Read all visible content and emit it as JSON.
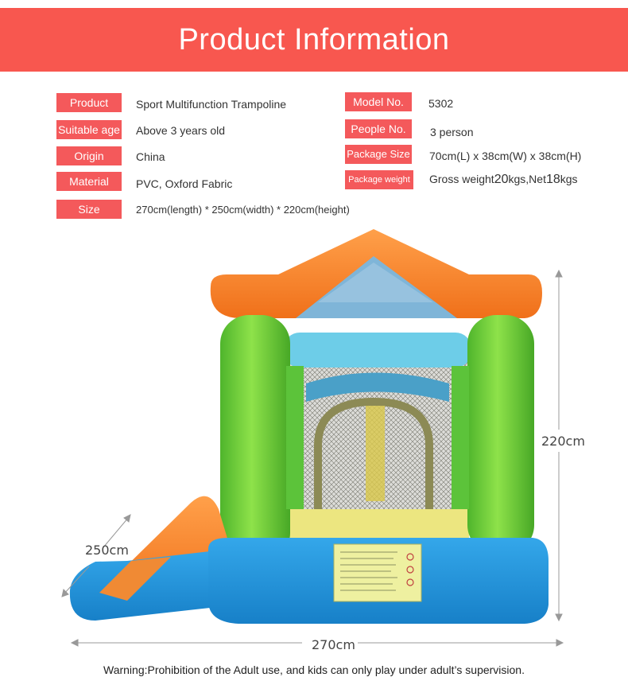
{
  "banner": {
    "title": "Product Information"
  },
  "specs_left": [
    {
      "label": "Product",
      "value": "Sport Multifunction Trampoline"
    },
    {
      "label": "Suitable age",
      "value": "Above 3 years old"
    },
    {
      "label": "Origin",
      "value": "China"
    },
    {
      "label": "Material",
      "value": "PVC, Oxford Fabric"
    },
    {
      "label": "Size",
      "value": "270cm(length) * 250cm(width) * 220cm(height)"
    }
  ],
  "specs_right": [
    {
      "label": "Model No.",
      "value": "5302"
    },
    {
      "label": "People No.",
      "value": "3 person"
    },
    {
      "label": "Package Size",
      "value": "70cm(L) x 38cm(W) x 38cm(H)"
    },
    {
      "label": "Package weight",
      "value_prefix": "Gross weight",
      "gross": "20",
      "mid": "kgs,Net",
      "net": "18",
      "suffix": "kgs"
    }
  ],
  "dimensions": {
    "height": "220cm",
    "width": "250cm",
    "length": "270cm"
  },
  "warning": "Warning:Prohibition of the Adult use, and kids can only play under adult’s supervision.",
  "colors": {
    "accent": "#f8574f",
    "tag": "#f4595b"
  }
}
